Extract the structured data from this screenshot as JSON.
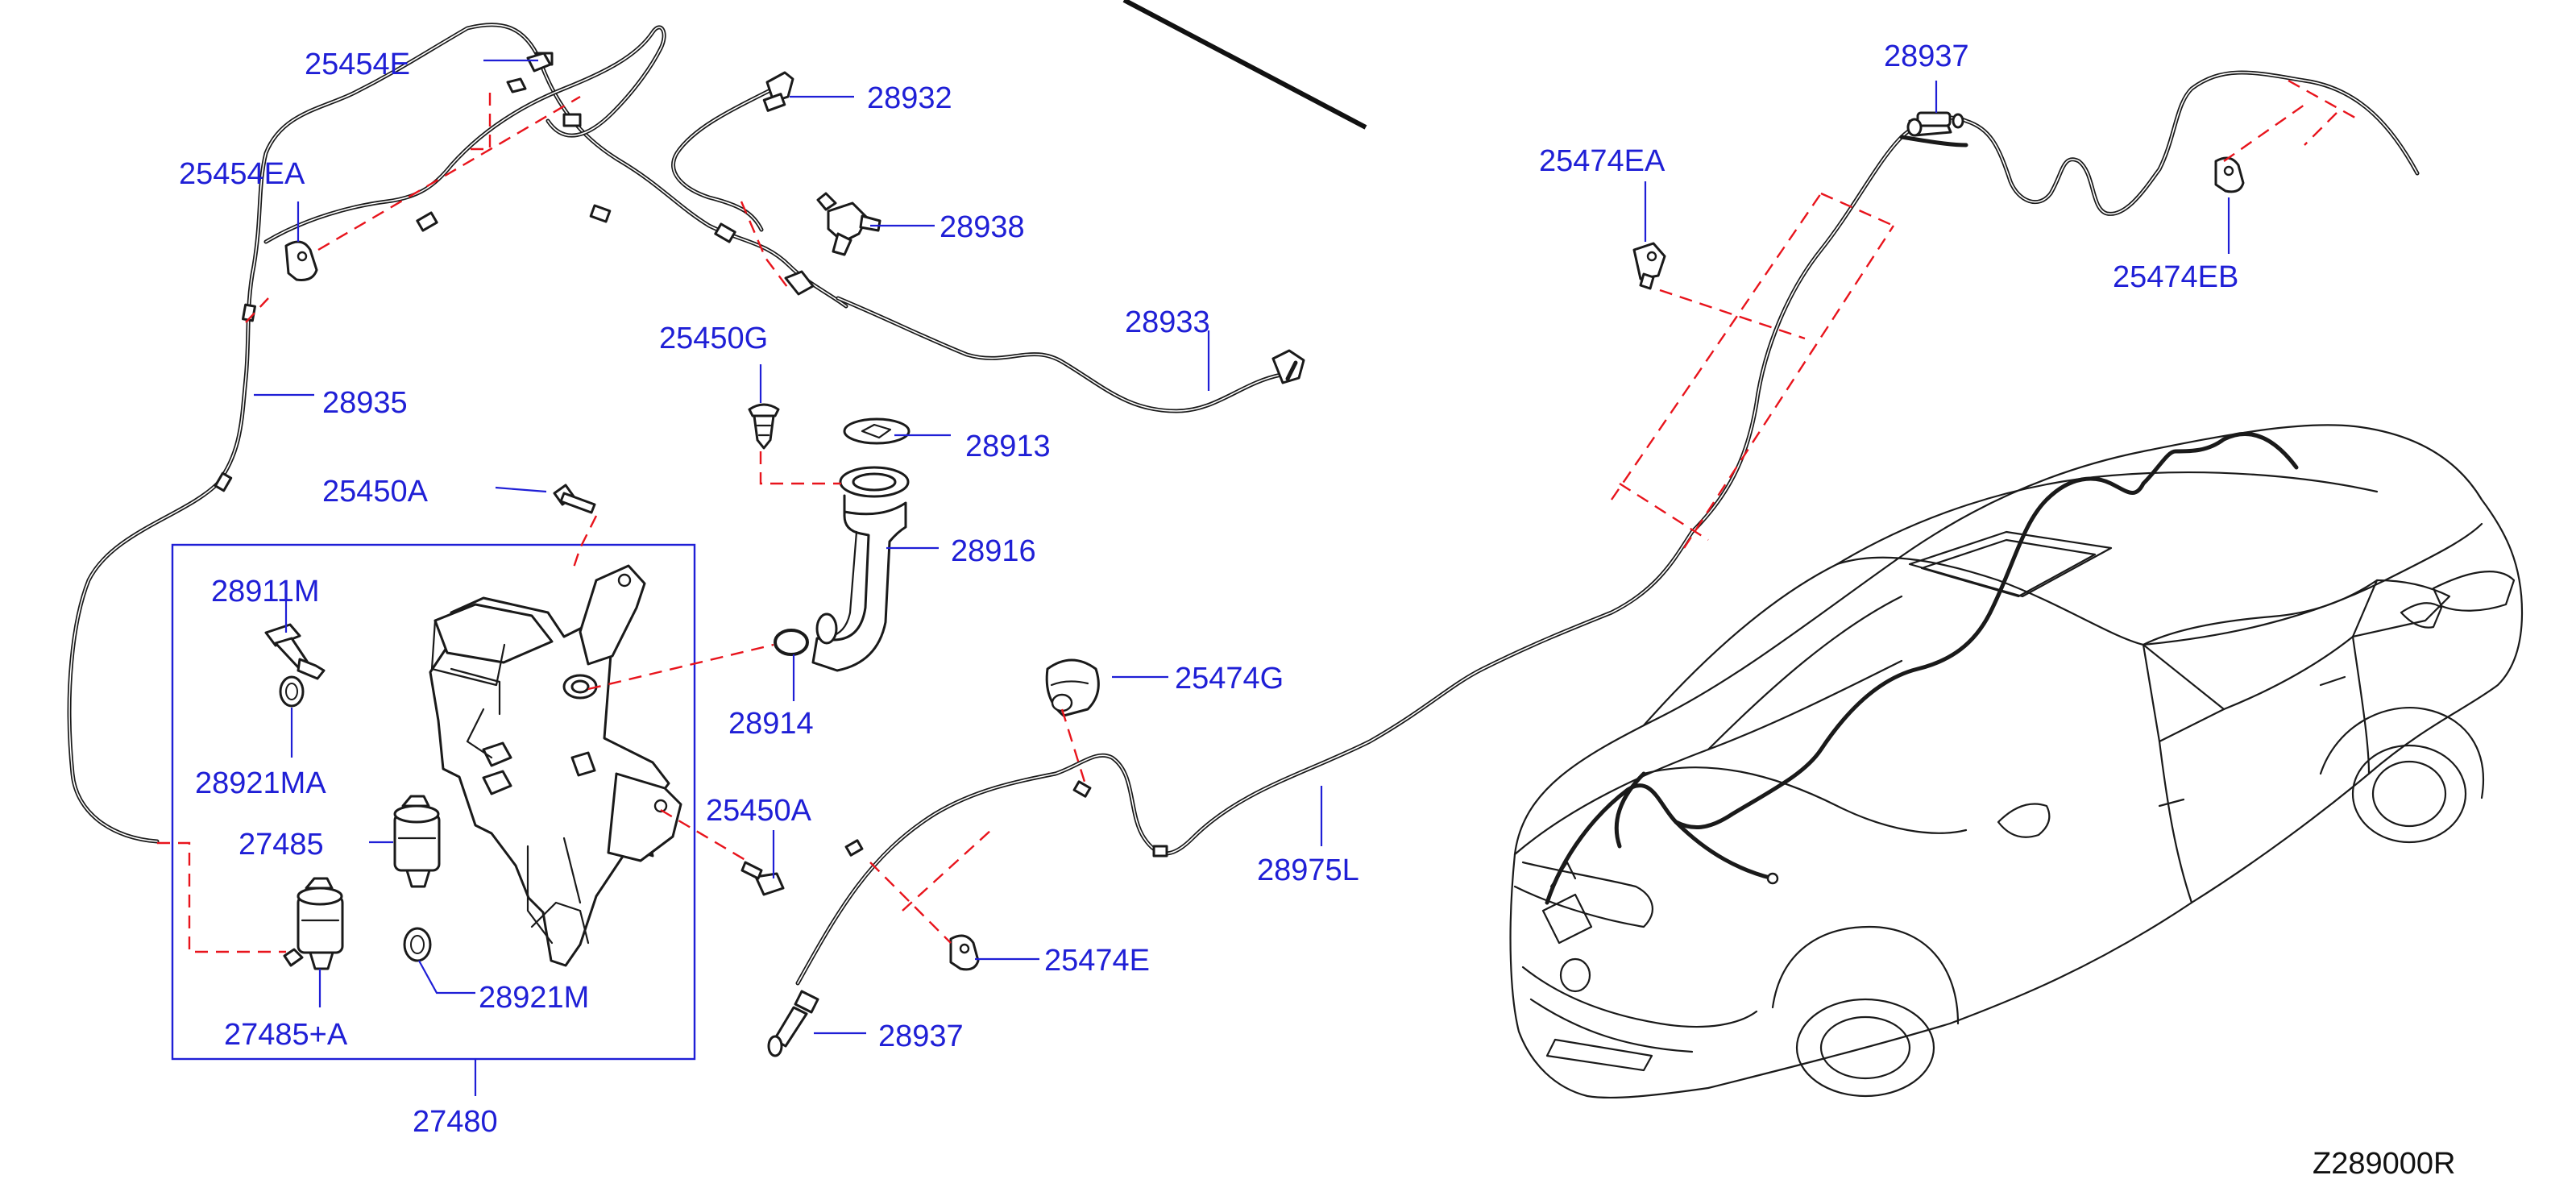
{
  "diagram": {
    "drawing_code": "Z289000R",
    "labels": {
      "p25454E": "25454E",
      "p25454EA": "25454EA",
      "p28932": "28932",
      "p28938": "28938",
      "p28933": "28933",
      "p28935": "28935",
      "p25450G": "25450G",
      "p28913": "28913",
      "p25450A_top": "25450A",
      "p28916": "28916",
      "p28911M": "28911M",
      "p28914": "28914",
      "p28921MA": "28921MA",
      "p25450A_mid": "25450A",
      "p27485": "27485",
      "p28921M": "28921M",
      "p27485A": "27485+A",
      "p27480": "27480",
      "p25474G": "25474G",
      "p25474E": "25474E",
      "p28937_bottom": "28937",
      "p28975L": "28975L",
      "p28937_top": "28937",
      "p25474EA": "25474EA",
      "p25474EB": "25474EB"
    }
  }
}
